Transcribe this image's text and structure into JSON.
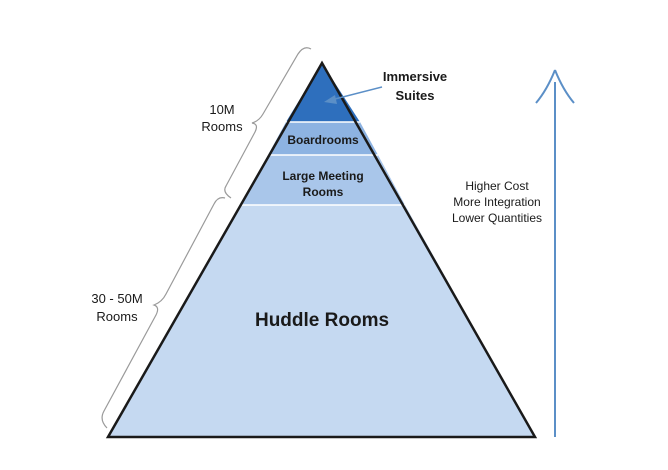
{
  "tiers": {
    "immersive": {
      "line1": "Immersive",
      "line2": "Suites",
      "color": "#2e6fbd"
    },
    "boardrooms": {
      "label": "Boardrooms",
      "color": "#8db3e2"
    },
    "large_meeting": {
      "line1": "Large Meeting",
      "line2": "Rooms",
      "color": "#a9c6ea"
    },
    "huddle": {
      "label": "Huddle Rooms",
      "color": "#c5d9f1"
    }
  },
  "brackets": {
    "upper": {
      "line1": "10M",
      "line2": "Rooms"
    },
    "lower": {
      "line1": "30 - 50M",
      "line2": "Rooms"
    }
  },
  "trend": {
    "line1": "Higher Cost",
    "line2": "More Integration",
    "line3": "Lower Quantities",
    "arrow_color": "#5b8fc7"
  },
  "outline_color": "#1a1a1a",
  "bracket_color": "#9a9a9a"
}
